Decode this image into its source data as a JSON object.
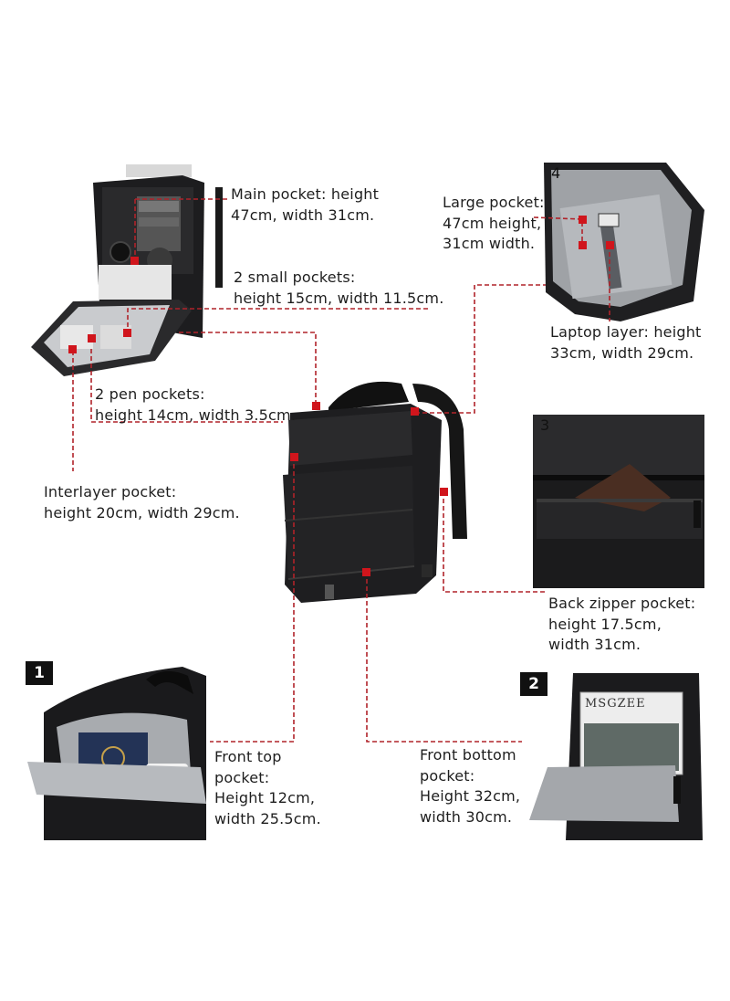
{
  "labels": {
    "main_pocket": "Main pocket: height\n47cm, width 31cm.",
    "small_pockets": "2 small pockets:\nheight 15cm, width 11.5cm.",
    "pen_pockets": "2 pen pockets:\nheight 14cm, width 3.5cm.",
    "interlayer_pocket": "Interlayer pocket:\nheight 20cm, width 29cm.",
    "large_pocket": "Large pocket:\n47cm height,\n31cm width.",
    "laptop_layer": "Laptop layer: height\n33cm, width 29cm.",
    "back_zipper_pocket": "Back zipper pocket:\nheight 17.5cm,\nwidth 31cm.",
    "front_top_pocket": "Front top\npocket:\nHeight 12cm,\nwidth 25.5cm.",
    "front_bottom_pocket": "Front bottom\npocket:\nHeight 32cm,\nwidth 30cm."
  },
  "badges": {
    "b1": "1",
    "b2": "2",
    "b3": "3",
    "b4": "4"
  },
  "brand_text": "MSGZEE",
  "colors": {
    "leader": "#b0232a",
    "marker": "#d0151c",
    "bag": "#1c1c1e",
    "lining": "#b9bcc0"
  },
  "icons": [
    "backpack-main-image",
    "open-backpack-image",
    "laptop-compartment-image",
    "back-pocket-image",
    "front-top-pocket-image",
    "front-bottom-pocket-image"
  ]
}
